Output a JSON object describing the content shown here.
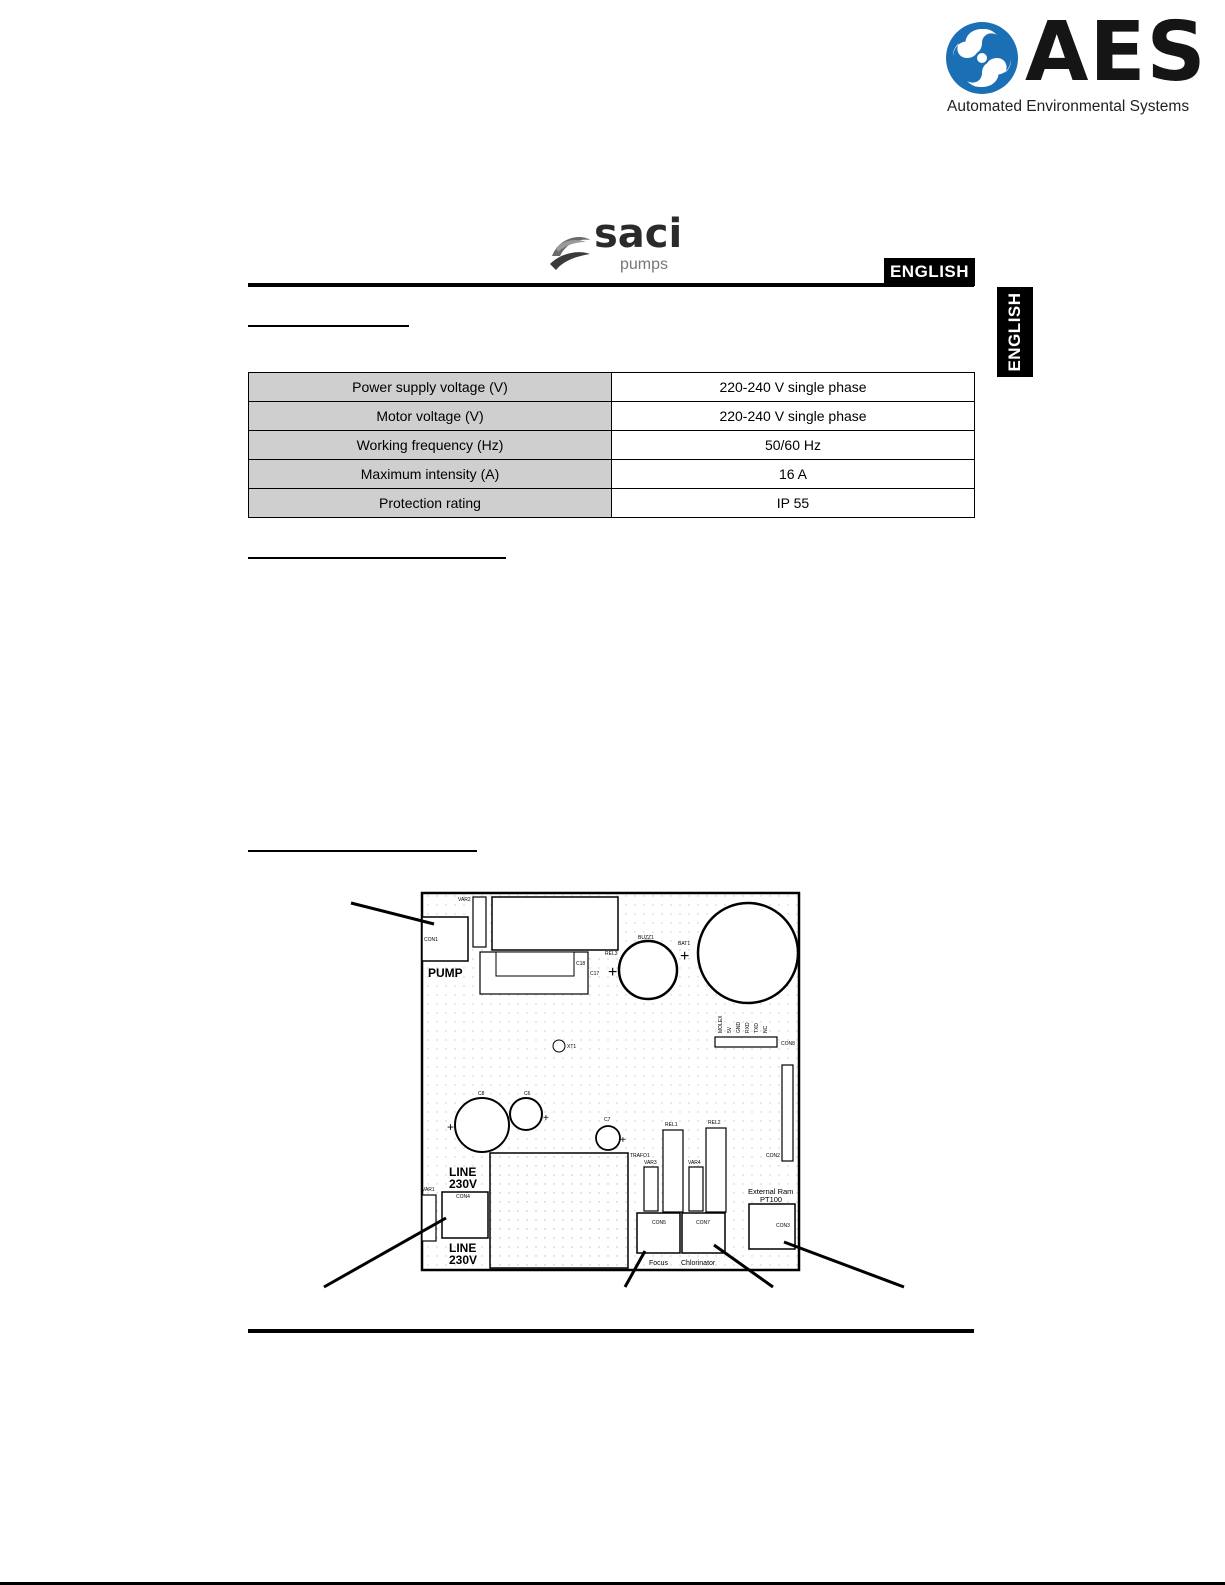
{
  "header": {
    "brand_name": "AES",
    "brand_tagline": "Automated Environmental Systems",
    "maker_name": "saci",
    "maker_sub": "pumps",
    "language_badge": "ENGLISH",
    "language_tab": "ENGLISH"
  },
  "specs": {
    "rows": [
      {
        "param": "Power supply voltage (V)",
        "value": "220-240 V single phase"
      },
      {
        "param": "Motor voltage (V)",
        "value": "220-240 V single phase"
      },
      {
        "param": "Working frequency (Hz)",
        "value": "50/60 Hz"
      },
      {
        "param": "Maximum intensity (A)",
        "value": "16 A"
      },
      {
        "param": "Protection rating",
        "value": "IP 55"
      }
    ]
  },
  "board": {
    "labels": {
      "pump": "PUMP",
      "line1": "LINE",
      "v230_1": "230V",
      "line2": "LINE",
      "v230_2": "230V",
      "focus": "Focus",
      "chlorinator": "Chlorinator",
      "external_ram": "External Ram",
      "pt100": "PT100"
    },
    "silkscreen": {
      "con1": "CON1",
      "var2": "VAR2",
      "rel3": "REL3",
      "c18": "C18",
      "c17": "C17",
      "buzz1": "BUZZ1",
      "bat1": "BAT1",
      "xt1": "XT1",
      "con8": "CON8",
      "con2": "CON2",
      "c8": "C8",
      "c6": "C6",
      "c7": "C7",
      "rel1": "REL1",
      "rel2": "REL2",
      "trafo1": "TRAFO1",
      "var3": "VAR3",
      "var4": "VAR4",
      "var1": "VAR1",
      "con4": "CON4",
      "con5": "CON5",
      "con7": "CON7",
      "con3": "CON3",
      "pin_labels": [
        "MOLEX",
        "5V",
        "GND",
        "RXD",
        "TXD",
        "NC"
      ]
    }
  },
  "colors": {
    "aes_blue": "#1b6fb5",
    "aes_dark": "#151515",
    "saci_gray": "#555555",
    "table_header_gray": "#cfcfcf"
  }
}
